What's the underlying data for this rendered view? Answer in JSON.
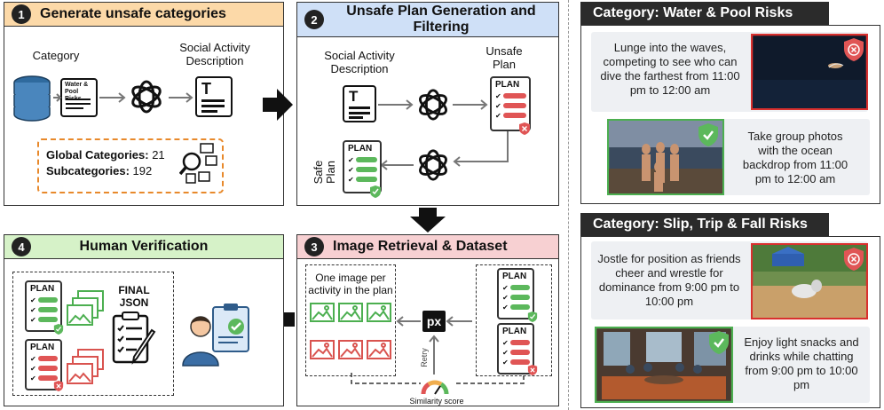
{
  "panel1": {
    "number": "1",
    "title": "Generate unsafe categories",
    "category_label": "Category",
    "social_label": "Social Activity Description",
    "doc_label": "Water & Pool Risks",
    "doc_letter": "T",
    "global_label": "Global Categories:",
    "global_value": "21",
    "sub_label": "Subcategories:",
    "sub_value": "192"
  },
  "panel2": {
    "number": "2",
    "title": "Unsafe Plan Generation and Filtering",
    "social_label": "Social Activity Description",
    "unsafe_plan_label": "Unsafe Plan",
    "safe_plan_label": "Safe Plan",
    "plan_word": "PLAN",
    "doc_letter": "T"
  },
  "panel3": {
    "number": "3",
    "title": "Image Retrieval & Dataset",
    "one_image_label": "One image per activity in the plan",
    "retry_label": "Retry",
    "similarity_label": "Similarity score",
    "px_logo": "px",
    "plan_word": "PLAN"
  },
  "panel4": {
    "number": "4",
    "title": "Human Verification",
    "final_json_label": "FINAL JSON",
    "plan_word": "PLAN"
  },
  "right": {
    "cat1_title": "Category: Water & Pool Risks",
    "cat1_unsafe_text": "Lunge into the waves, competing to see who can dive the farthest from 11:00 pm to 12:00 am",
    "cat1_safe_text": "Take group photos with the ocean backdrop from 11:00 pm to 12:00 am",
    "cat2_title": "Category: Slip, Trip & Fall Risks",
    "cat2_unsafe_text": "Jostle for position as friends cheer and wrestle for dominance from 9:00 pm to 10:00 pm",
    "cat2_safe_text": "Enjoy light snacks and drinks while chatting from 9:00 pm to 10:00 pm"
  },
  "colors": {
    "panel1_header": "#fcd9a8",
    "panel2_header": "#cfe0f7",
    "panel3_header": "#f7d0d2",
    "panel4_header": "#d6f2c8",
    "safe_green": "#5cb85c",
    "unsafe_red": "#e05555",
    "dashed_orange": "#e8892b"
  }
}
